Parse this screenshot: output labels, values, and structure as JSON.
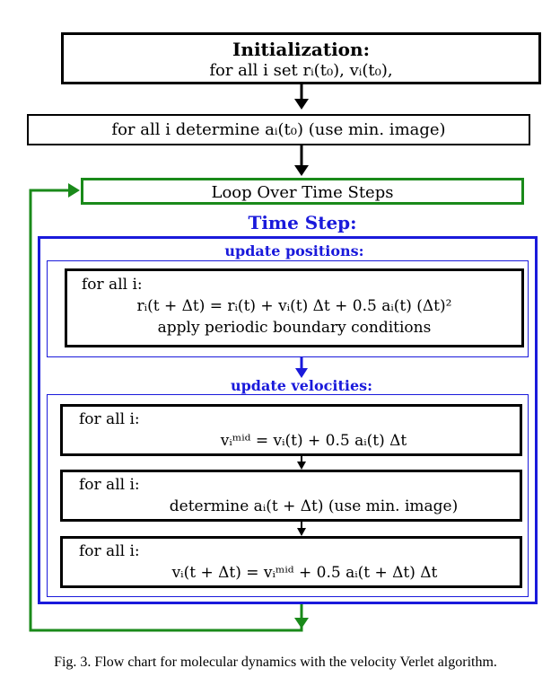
{
  "init": {
    "title": "Initialization:",
    "line": "for all i set rᵢ(t₀), vᵢ(t₀),"
  },
  "accel_init": "for all i determine aᵢ(t₀) (use min. image)",
  "loop": "Loop Over Time Steps",
  "time_step": "Time Step:",
  "update_positions": {
    "header": "update positions:",
    "for_all": "for all i:",
    "equation": "rᵢ(t + Δt) = rᵢ(t) + vᵢ(t) Δt + 0.5 aᵢ(t) (Δt)²",
    "note": "apply periodic boundary conditions"
  },
  "update_velocities": {
    "header": "update velocities:",
    "step1": {
      "for_all": "for all i:",
      "equation": "vᵢᵐⁱᵈ = vᵢ(t) + 0.5 aᵢ(t) Δt"
    },
    "step2": {
      "for_all": "for all i:",
      "equation": "determine aᵢ(t + Δt) (use min. image)"
    },
    "step3": {
      "for_all": "for all i:",
      "equation": "vᵢ(t + Δt) = vᵢᵐⁱᵈ + 0.5 aᵢ(t + Δt) Δt"
    }
  },
  "caption": "Fig. 3. Flow chart for molecular dynamics with the velocity Verlet algorithm.",
  "colors": {
    "black": "#000000",
    "blue": "#1a1adb",
    "green": "#1a8a1a"
  }
}
